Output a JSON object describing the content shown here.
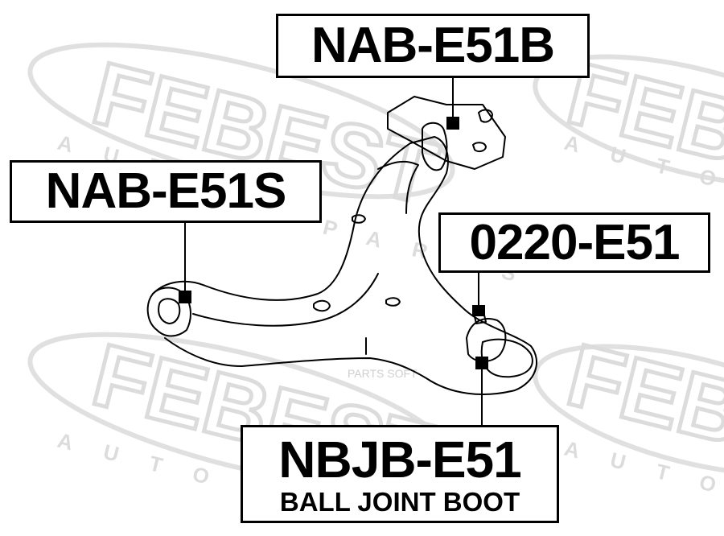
{
  "labels": {
    "nab_e51b": {
      "code": "NAB-E51B"
    },
    "nab_e51s": {
      "code": "NAB-E51S"
    },
    "p0220_e51": {
      "code": "0220-E51"
    },
    "nbjb_e51": {
      "code": "NBJB-E51",
      "description": "BALL JOINT BOOT"
    }
  },
  "watermark": {
    "brand": "FEBEST",
    "tagline_auto": "AUTO",
    "tagline_parts": "PARTS",
    "site_mark": "PARTS SOFT"
  },
  "colors": {
    "ink": "#000000",
    "watermark": "#d9d9d9",
    "background": "#ffffff"
  }
}
